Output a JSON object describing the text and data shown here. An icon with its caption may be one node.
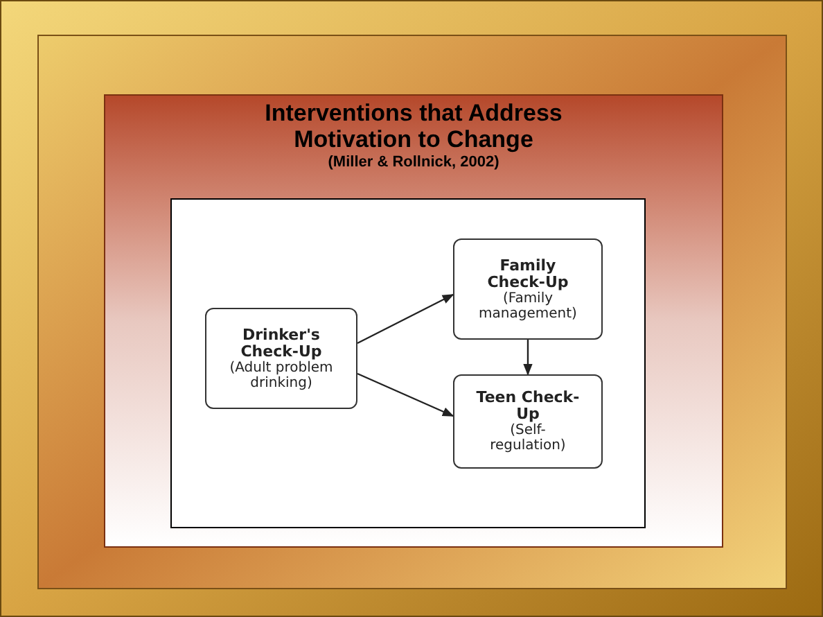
{
  "diagram": {
    "title": "Interventions that Address Motivation to Change",
    "nodes": [
      {
        "text": [
          "Drinker's Check-Up",
          "(Adult problem drinking)"
        ]
      },
      {
        "text": [
          "Family Check-Up",
          "(Family management)"
        ]
      },
      {
        "text": [
          "Teen Check-Up",
          "(Self-regulation)"
        ]
      }
    ],
    "edges": [
      {
        "from": 0,
        "to": 1,
        "arrow": "to"
      },
      {
        "from": 0,
        "to": 2,
        "arrow": "to"
      },
      {
        "from": 1,
        "to": 2,
        "arrow": "to"
      }
    ],
    "labels": [
      "(Miller & Rollnick, 2002)"
    ]
  }
}
